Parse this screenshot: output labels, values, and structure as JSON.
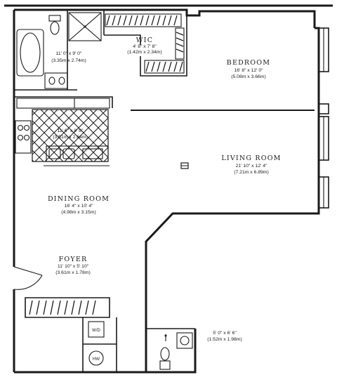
{
  "rooms": {
    "bath": {
      "dim_imperial": "11' 0\" x 9' 0\"",
      "dim_metric": "(3.35m x 2.74m)"
    },
    "wic": {
      "name": "WIC",
      "dim_imperial": "4' 8\" x 7' 8\"",
      "dim_metric": "(1.42m x 2.34m)"
    },
    "bedroom": {
      "name": "BEDROOM",
      "dim_imperial": "16' 8\" x 12' 0\"",
      "dim_metric": "(5.08m x 3.66m)"
    },
    "kitchen": {
      "dim_imperial": "11' 6\" x 8' 8\"",
      "dim_metric": "(3.51m x 2.64m)"
    },
    "living": {
      "name": "LIVING ROOM",
      "dim_imperial": "21' 10\" x 12' 4\"",
      "dim_metric": "(7.21m x 6.89m)"
    },
    "dining": {
      "name": "DINING ROOM",
      "dim_imperial": "16' 4\" x 10' 4\"",
      "dim_metric": "(4.98m x 3.15m)"
    },
    "foyer": {
      "name": "FOYER",
      "dim_imperial": "11' 10\" x 5' 10\"",
      "dim_metric": "(3.61m x 1.78m)"
    },
    "powder": {
      "dim_imperial": "5' 0\" x 6' 6\"",
      "dim_metric": "(1.52m x 1.98m)"
    }
  },
  "fixtures": {
    "washer_dryer": "W/D",
    "water_heater": "HW"
  }
}
